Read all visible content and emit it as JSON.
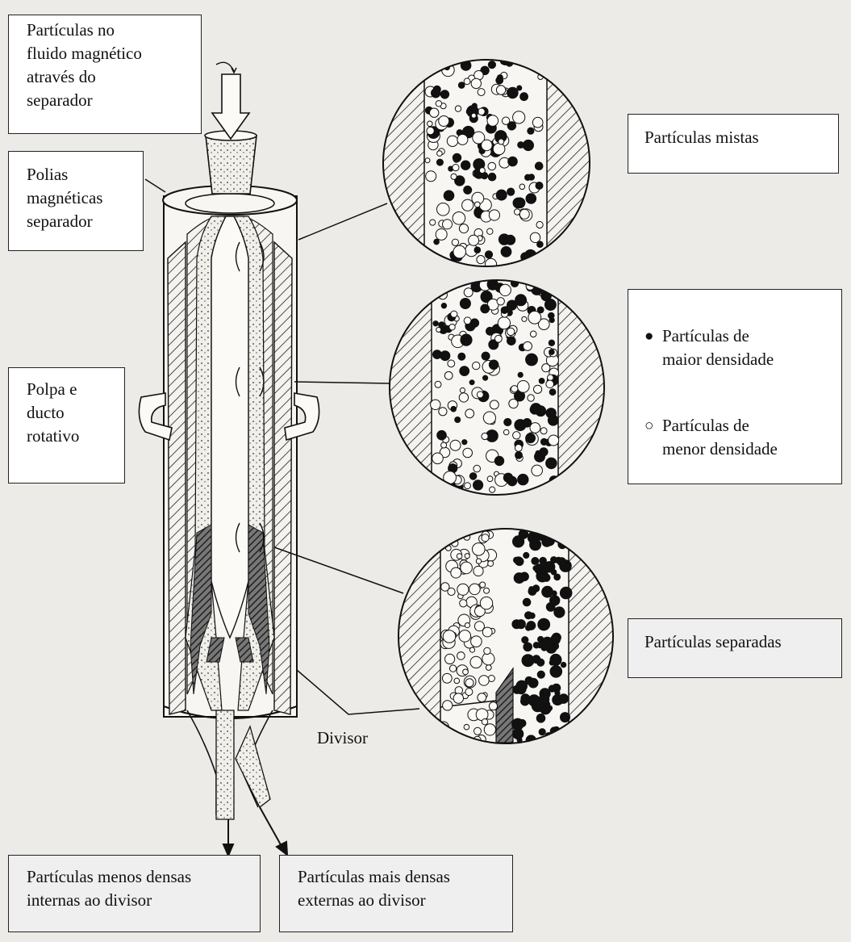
{
  "labels": {
    "inlet": "Partículas no\nfluido magnético\natravés do\nseparador",
    "pulleys": "Polias\nmagnéticas\nseparador",
    "rotary": "Polpa e\nducto\nrotativo",
    "mixed": "Partículas mistas",
    "separated": "Partículas separadas",
    "less_dense_out": "Partículas menos densas\ninternas ao divisor",
    "more_dense_out": "Partículas mais densas\nexternas ao divisor",
    "divider": "Divisor"
  },
  "legend": {
    "high": {
      "symbol": "●",
      "text": "Partículas de\nmaior densidade"
    },
    "low": {
      "symbol": "○",
      "text": "Partículas de\nmenor densidade"
    }
  },
  "colors": {
    "paper": "#ecebe7",
    "ink": "#111111",
    "box_fill": "#ffffff",
    "box_shaded": "#efefef"
  }
}
